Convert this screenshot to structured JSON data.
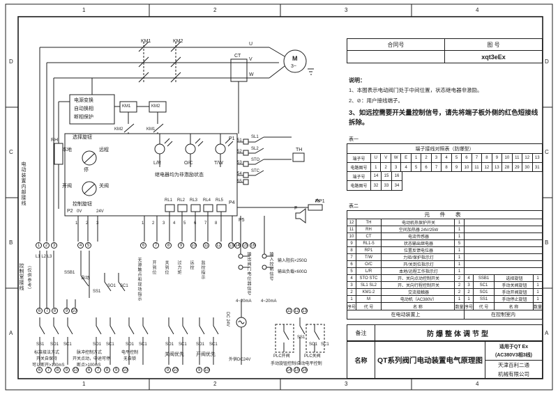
{
  "zones": {
    "letters": [
      "D",
      "C",
      "B",
      "A"
    ],
    "numbers": [
      "1",
      "2",
      "3",
      "4"
    ]
  },
  "header": {
    "contract_label": "合同号",
    "drawing_label": "图 号",
    "drawing_no": "xqt3eEx"
  },
  "notes": {
    "title": "说明：",
    "item1": "1、本图表示电动阀门处于中间位置，状态继电器非激励。",
    "item2": "2、⊘：用户接线端子。",
    "item3": "3、如远控需要开关量控制信号，请先将端子板外侧的红色短接线拆除。"
  },
  "table1": {
    "label": "表一",
    "title": "端子接线对照表（防爆型）",
    "row1_label": "端子号",
    "row1": [
      "U",
      "V",
      "W",
      "E",
      "1",
      "2",
      "3",
      "4",
      "5",
      "6",
      "7",
      "8",
      "9",
      "10",
      "11",
      "12",
      "13"
    ],
    "row2_label": "电路图号",
    "row2": [
      "1",
      "2",
      "3",
      "4",
      "5",
      "6",
      "7",
      "8",
      "9",
      "10",
      "11",
      "12",
      "13",
      "28",
      "29",
      "30",
      "31"
    ],
    "row3_label": "端子号",
    "row3": [
      "14",
      "15",
      "16"
    ],
    "row4_label": "电路图号",
    "row4": [
      "32",
      "33",
      "34"
    ]
  },
  "table2": {
    "label": "表二",
    "title": "元 件 表",
    "rows": [
      {
        "no": "12",
        "code": "TH",
        "name": "电动机热保护开关",
        "qty": "1"
      },
      {
        "no": "11",
        "code": "RH",
        "name": "空间加热器 24V/25W",
        "qty": "1"
      },
      {
        "no": "10",
        "code": "CT",
        "name": "电流传感器",
        "qty": "1"
      },
      {
        "no": "9",
        "code": "RL1-5",
        "name": "状态输出继电器",
        "qty": "5"
      },
      {
        "no": "8",
        "code": "RP1",
        "name": "位置反馈电位器",
        "qty": "1"
      },
      {
        "no": "7",
        "code": "T/W",
        "name": "力矩/保护指示灯",
        "qty": "1"
      },
      {
        "no": "6",
        "code": "O/C",
        "name": "开/关到位指示灯",
        "qty": "1"
      },
      {
        "no": "5",
        "code": "L/R",
        "name": "本地/远程工作指示灯",
        "qty": "1"
      },
      {
        "no": "4",
        "code": "STO STC",
        "name": "开、关向点动控制开关",
        "qty": "2"
      },
      {
        "no": "3",
        "code": "SL1 SL2",
        "name": "开、关向行程控制开关",
        "qty": "2"
      },
      {
        "no": "2",
        "code": "KM1-2",
        "name": "交流接触器",
        "qty": "2"
      },
      {
        "no": "1",
        "code": "M",
        "name": "电动机（AC380V）",
        "qty": "1"
      }
    ],
    "right_rows": [
      {
        "no": "4",
        "code": "SSB1",
        "name": "选择旋钮",
        "qty": "1"
      },
      {
        "no": "3",
        "code": "SC1",
        "name": "手动关阀旋钮",
        "qty": "1"
      },
      {
        "no": "2",
        "code": "SO1",
        "name": "手动开阀旋钮",
        "qty": "1"
      },
      {
        "no": "1",
        "code": "SS1",
        "name": "手动停止旋钮",
        "qty": "1"
      }
    ],
    "header": {
      "no": "序号",
      "code": "代 号",
      "name": "名  称",
      "qty": "数量"
    },
    "footer_left": "在电动装置上",
    "footer_right": "在控制室内"
  },
  "titleblock": {
    "remark_label": "备注",
    "remark": "防爆整体调节型",
    "name_label": "名称",
    "name": "QT系列阀门电动装置电气原理图",
    "apply1": "适用于QT Ex",
    "apply2": "(AC380V3相3线)",
    "company1": "天津百利二通",
    "company2": "机械有限公司"
  },
  "schem": {
    "km1": "KM1",
    "km2": "KM2",
    "u": "U",
    "v": "V",
    "w": "W",
    "ct": "CT",
    "m": "M",
    "m3": "3~",
    "pwr1": "电源变换",
    "pwr2": "自动换相",
    "pwr3": "断相保护",
    "rh": "RH",
    "sel": "选择旋钮",
    "local": "本地",
    "remote": "远程",
    "stop": "停",
    "open": "开阀",
    "close": "关阀",
    "ctrl": "控制旋钮",
    "lr": "L/R",
    "oc": "O/C",
    "tw": "T/W",
    "relay_note": "继电器均为非激励状态",
    "rl1": "RL1",
    "rl2": "RL2",
    "rl3": "RL3",
    "rl4": "RL4",
    "rl5": "RL5",
    "p1": "P1",
    "p2": "P2",
    "p4": "P4",
    "p5": "P5",
    "v0": "0V",
    "v24": "24V",
    "pins1": "1 2 3",
    "pins2": "1 2 3 4 5 6 7 8",
    "t51": "51",
    "t52": "52",
    "t53": "53",
    "t54": "54",
    "t55": "55",
    "sl1": "SL1",
    "sl2": "SL2",
    "sto": "STO",
    "stc": "STC",
    "th": "TH",
    "rp1": "RP1",
    "f": "F",
    "vert_inner": "电动装置内部接线",
    "vert_room1": "控制室接线",
    "vert_room2": "（仅供参考）",
    "col0": "无源触点和现场指示",
    "col1": "开到位",
    "col2": "关到位",
    "col3": "过力矩",
    "col4": "远控",
    "col5": "监控指示",
    "outsig": "输出阀门电位器信号",
    "insig": "输入控制信号",
    "ma": "4~20mA",
    "imp": "输入阻抗<250Ω",
    "load": "输出负载<600Ω",
    "l123": "L1 L2 L3",
    "ssb1": "SSB1",
    "auto": "自动",
    "ss1": "SS1",
    "so1": "SO1",
    "sc1": "SC1",
    "cap1a": "标准接法方式",
    "cap1b": "开关自保持",
    "cap1c": "可以断开>100mS",
    "cap2a": "脉冲控制方式",
    "cap2b": "开关点动，中途可停",
    "cap2c": "断点>100mS",
    "cap3a": "电平控制",
    "cap3b": "无自锁",
    "cap4": "关阀优先",
    "cap5": "开阀优先",
    "cap6": "手动旋钮控制/自动电平控制",
    "dc24": "DC 24V",
    "ext24": "外供DC24V",
    "plco": "PLC开阀",
    "plcc": "PLC关阀",
    "tA": [
      "1",
      "2",
      "3"
    ],
    "tB": [
      "4",
      "5"
    ],
    "tC": [
      "6",
      "7",
      "8",
      "9",
      "10",
      "11",
      "12",
      "13"
    ],
    "tD": [
      "14",
      "15",
      "16"
    ],
    "t678": [
      "6",
      "7",
      "8"
    ],
    "t910": [
      "9",
      "10"
    ],
    "t1113": [
      "11",
      "12",
      "13"
    ],
    "t610": [
      "6",
      "7",
      "8",
      "9",
      "10"
    ]
  }
}
